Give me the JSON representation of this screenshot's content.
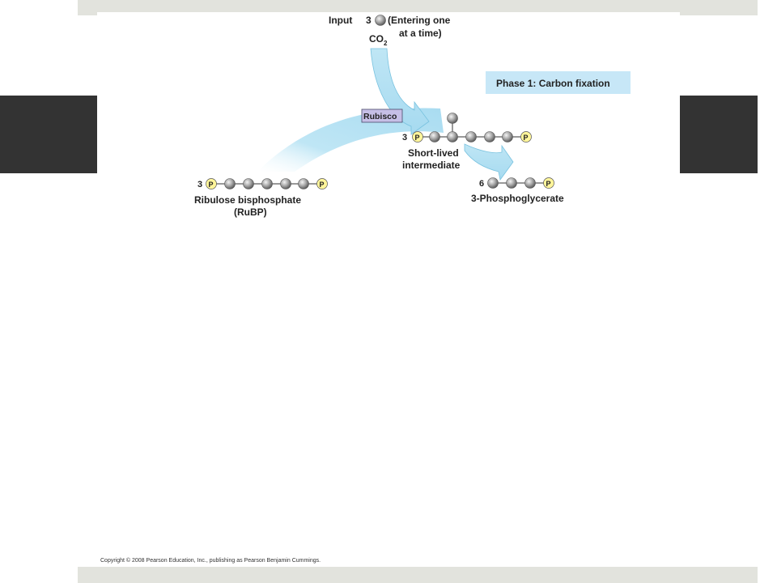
{
  "input": {
    "label": "Input",
    "count": "3",
    "note_line1": "(Entering one",
    "note_line2": "at a time)",
    "molecule": "CO",
    "molecule_sub": "2"
  },
  "phase_label": "Phase 1: Carbon fixation",
  "enzyme": "Rubisco",
  "rubp": {
    "count": "3",
    "phosphate": "P",
    "name_line1": "Ribulose bisphosphate",
    "name_line2": "(RuBP)"
  },
  "intermediate": {
    "count": "3",
    "phosphate": "P",
    "name_line1": "Short-lived",
    "name_line2": "intermediate"
  },
  "product": {
    "count": "6",
    "phosphate": "P",
    "name": "3-Phosphoglycerate"
  },
  "copyright": "Copyright © 2008 Pearson Education, Inc., publishing as Pearson Benjamin Cummings.",
  "colors": {
    "arrow_fill": "#bfe6f5",
    "arrow_stroke": "#77c3e0",
    "phase_box": "#c7e7f7",
    "enzyme_box": "#c6bfe6",
    "phosphate_fill": "#fff59a",
    "carbon_fill": "#9c9c9c"
  }
}
